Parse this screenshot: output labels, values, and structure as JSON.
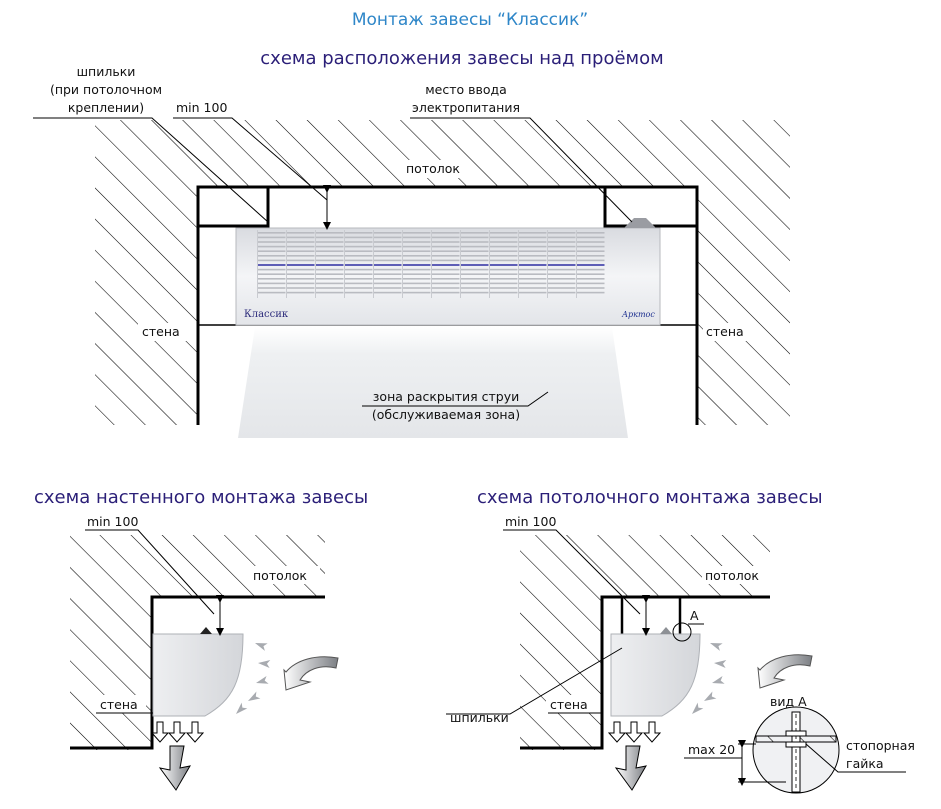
{
  "title": "Монтаж  завесы “Классик”",
  "top_diagram": {
    "heading": "схема расположения завесы над проёмом",
    "labels": {
      "pins": [
        "шпильки",
        "(при потолочном",
        "креплении)"
      ],
      "min": "min 100",
      "power": [
        "место ввода",
        "электропитания"
      ],
      "ceiling": "потолок",
      "wall_left": "стена",
      "wall_right": "стена",
      "zone": [
        "зона раскрытия струи",
        "(обслуживаемая зона)"
      ],
      "brand": "Классик",
      "logo": "Арктос"
    }
  },
  "wall_mount": {
    "heading": "схема настенного монтажа завесы",
    "labels": {
      "min": "min 100",
      "ceiling": "потолок",
      "wall": "стена"
    }
  },
  "ceiling_mount": {
    "heading": "схема потолочного монтажа завесы",
    "labels": {
      "min": "min 100",
      "ceiling": "потолок",
      "wall": "стена",
      "pins": "шпильки",
      "marker": "A",
      "view": "вид А",
      "max": "max 20",
      "nut": [
        "стопорная",
        "гайка"
      ]
    }
  },
  "colors": {
    "title": "#2e86c8",
    "heading": "#2b1f78",
    "grille_stripe": "#3a3aa8",
    "unit_fill": "#e6e7ea",
    "zone_fill": "#eceef0"
  }
}
